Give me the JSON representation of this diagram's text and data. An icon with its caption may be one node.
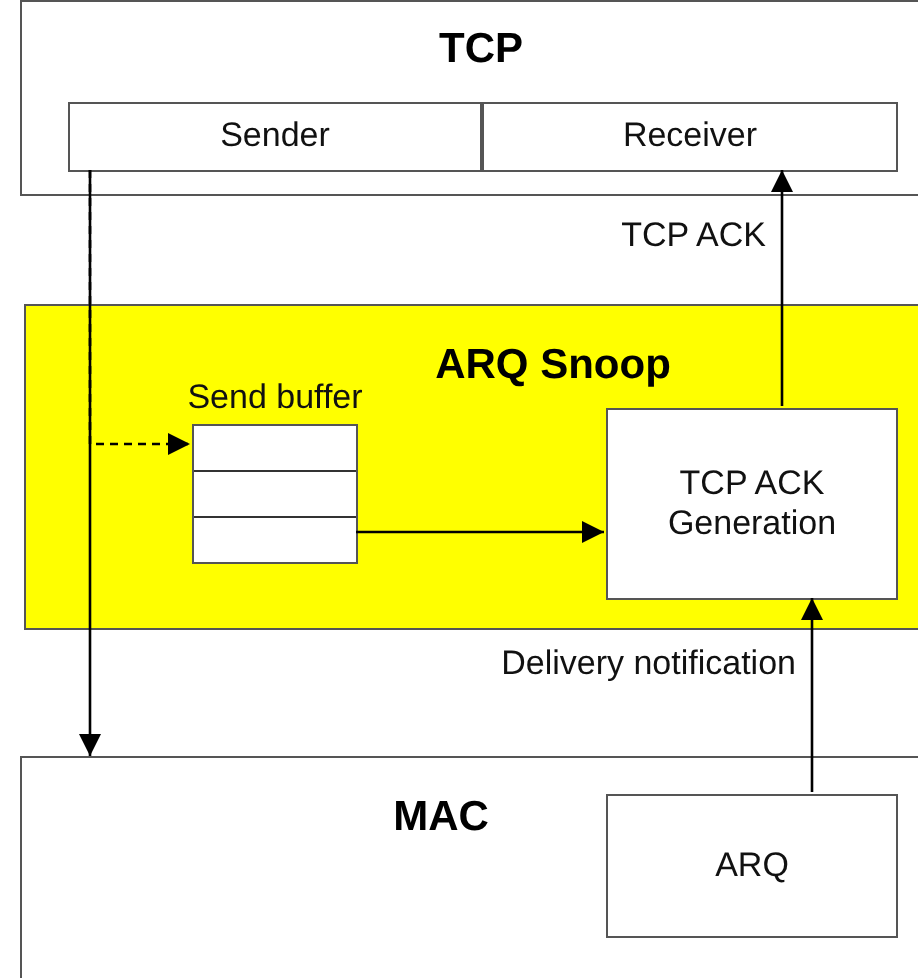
{
  "diagram": {
    "nodes": [
      {
        "text": [
          "TCP"
        ]
      },
      {
        "text": [
          "Sender"
        ],
        "in": 0
      },
      {
        "text": [
          "Receiver"
        ],
        "in": 0
      },
      {
        "text": [
          "ARQ Snoop"
        ]
      },
      {
        "text": [
          "Send buffer"
        ],
        "in": 3
      },
      {
        "text": [
          "TCP ACK Generation"
        ],
        "in": 3
      },
      {
        "text": [
          "MAC"
        ]
      },
      {
        "text": [
          "ARQ"
        ],
        "in": 6
      }
    ],
    "edges": [
      {
        "from": 1,
        "to": 6,
        "arrow": "to"
      },
      {
        "from": 1,
        "to": 4,
        "arrow": "to",
        "style": "dashed"
      },
      {
        "from": 4,
        "to": 5,
        "arrow": "to"
      },
      {
        "from": 5,
        "to": 2,
        "arrow": "to",
        "label": "TCP ACK"
      },
      {
        "from": 7,
        "to": 5,
        "arrow": "to",
        "label": "Delivery notification"
      }
    ]
  }
}
